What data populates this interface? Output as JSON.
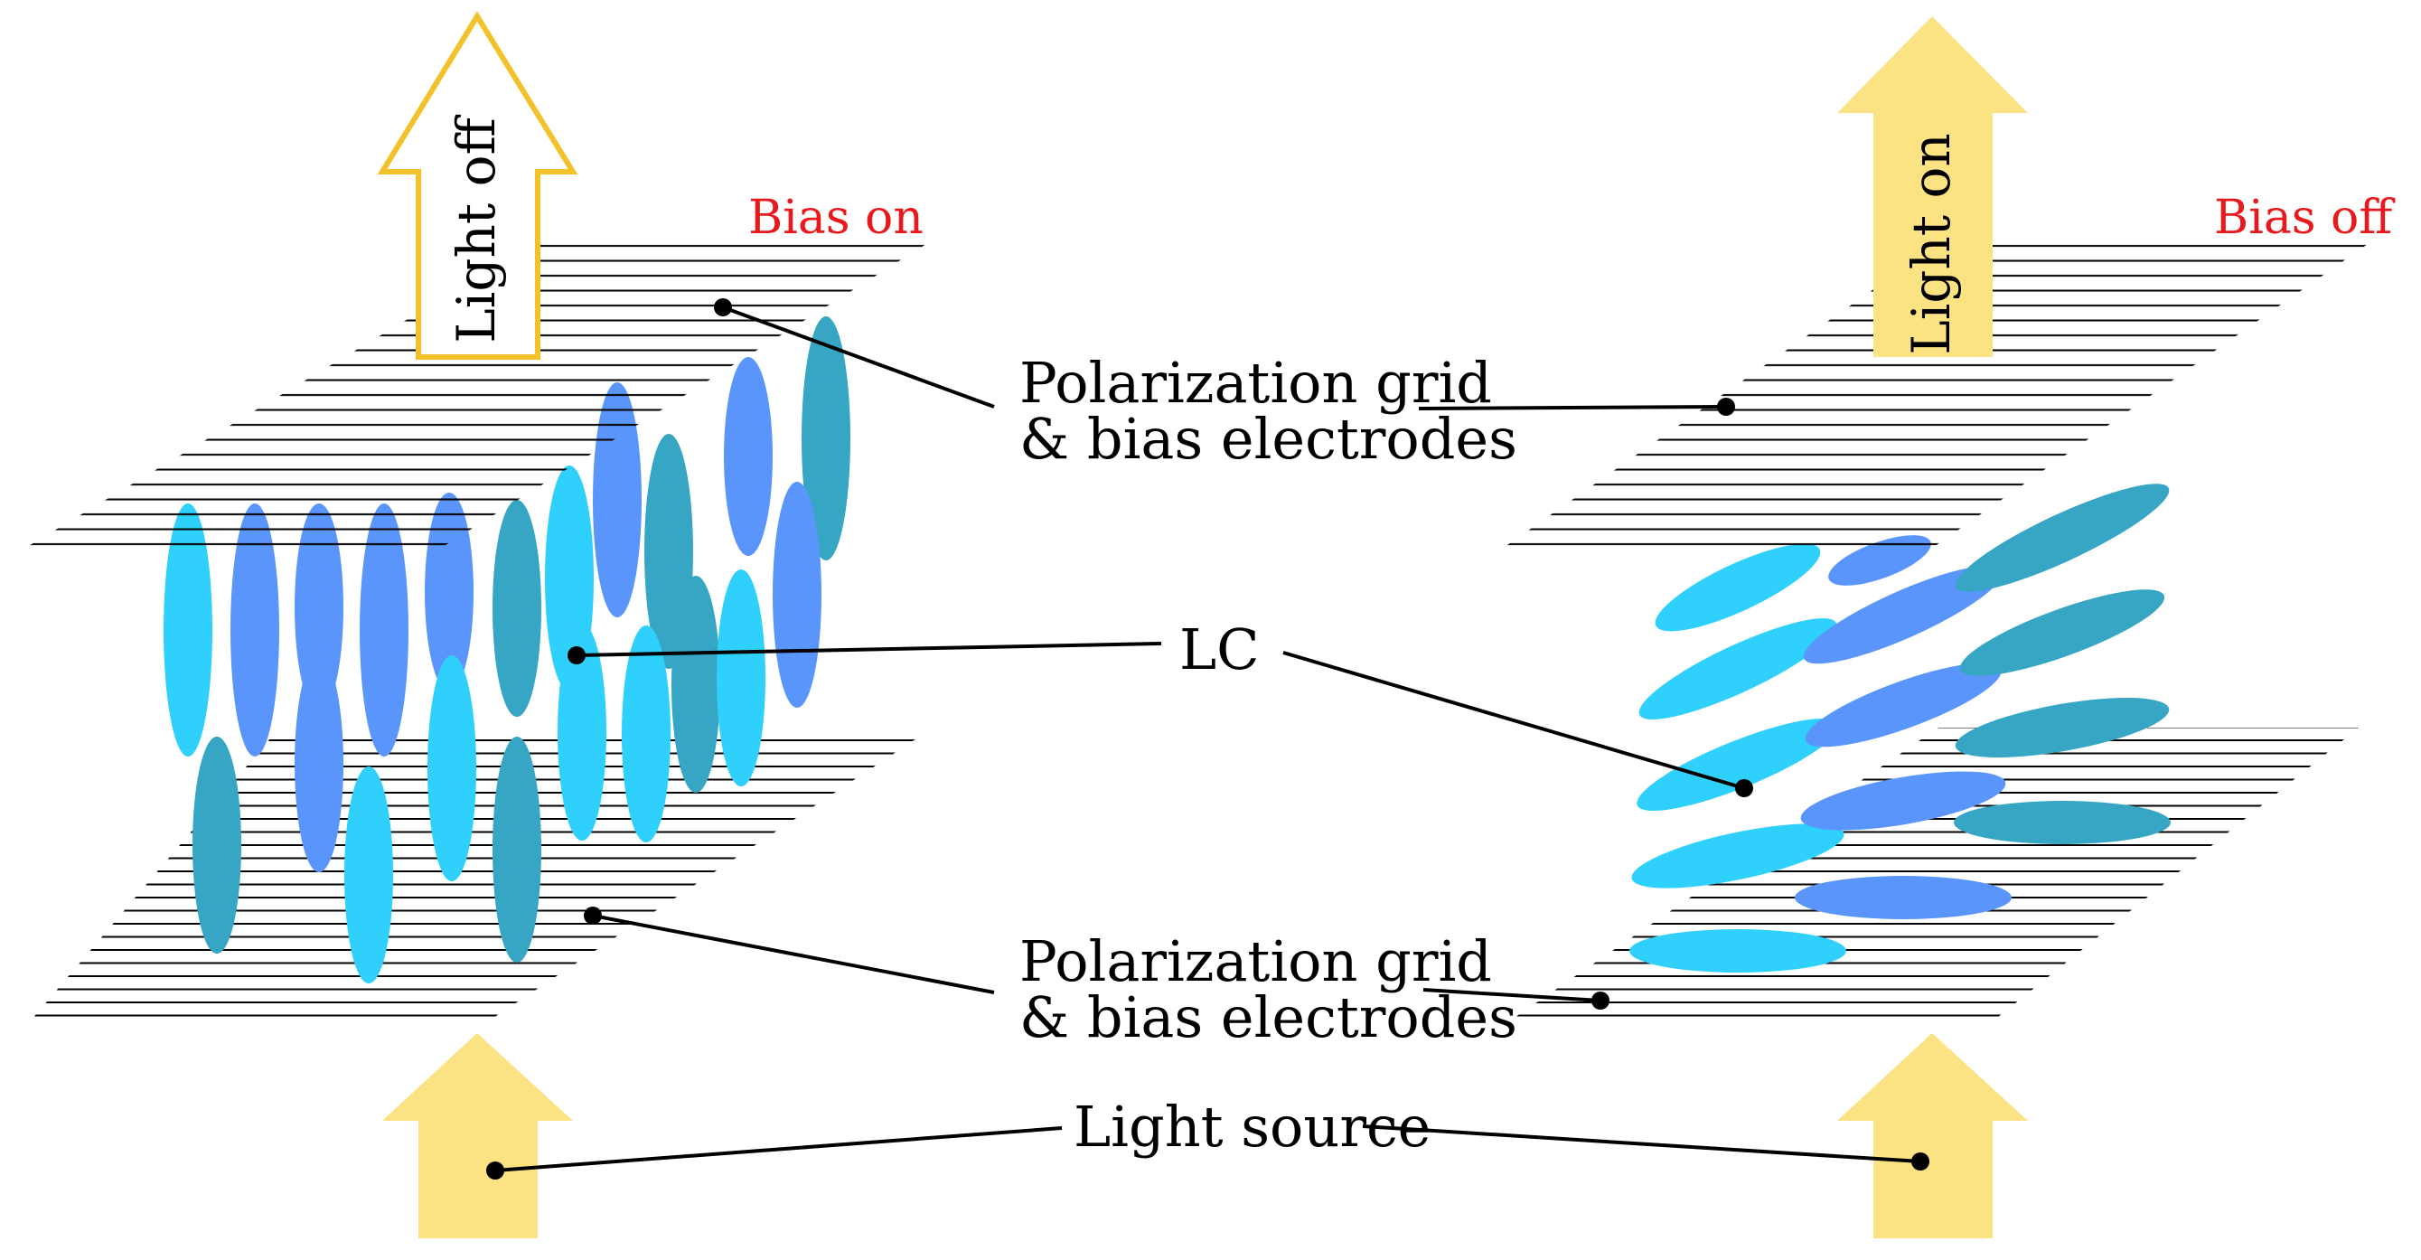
{
  "labels": {
    "top_grid": [
      "Polarization grid",
      "& bias electrodes"
    ],
    "bottom_grid": [
      "Polarization grid",
      "& bias electrodes"
    ],
    "lc": "LC",
    "light_source": "Light source"
  },
  "left_panel": {
    "bias_label": "Bias on",
    "output_label": "Light off"
  },
  "right_panel": {
    "bias_label": "Bias off",
    "output_label": "Light on"
  },
  "colors": {
    "bias_text": "#e8191c",
    "arrow_fill": "#fbe283",
    "arrow_outline": "#f3c12a",
    "lc_light": "#2fd0fb",
    "lc_blue": "#5a95fb",
    "lc_teal": "#37a6c4"
  }
}
